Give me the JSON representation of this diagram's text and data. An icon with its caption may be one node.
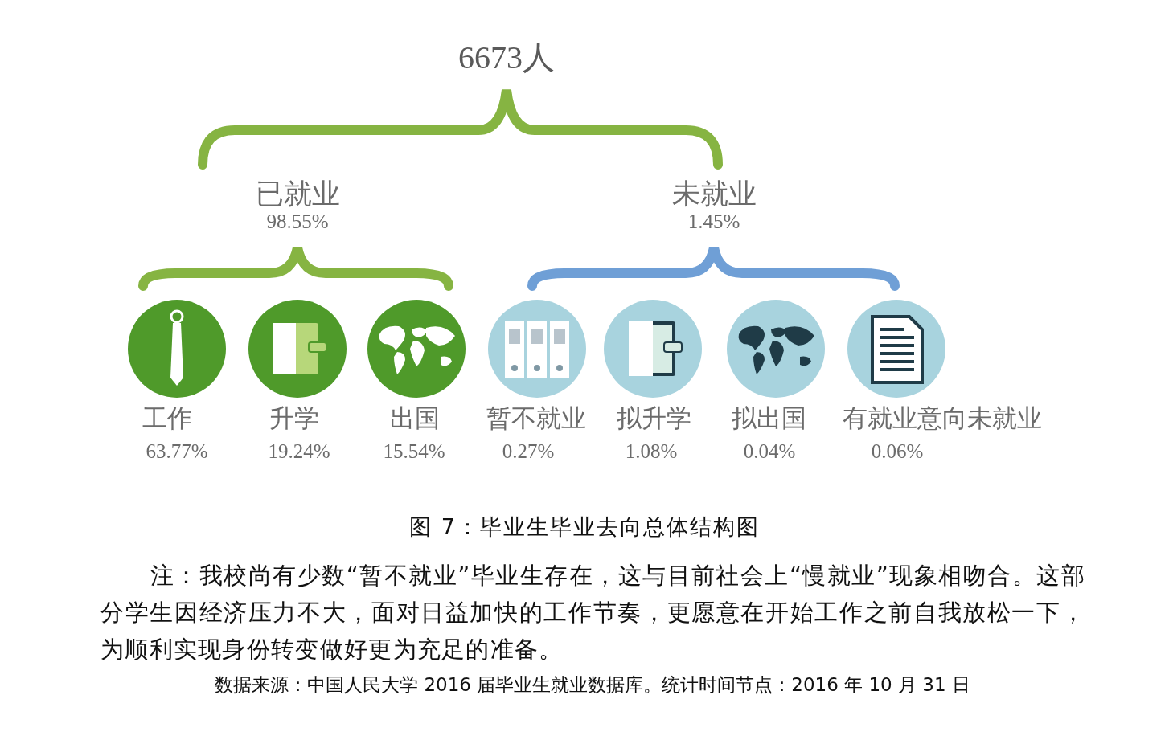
{
  "diagram": {
    "title": "6673人",
    "nodes": [
      {
        "text": [
          "工作",
          "63.77%"
        ]
      },
      {
        "text": [
          "升学",
          "19.24%"
        ]
      },
      {
        "text": [
          "出国",
          "15.54%"
        ]
      },
      {
        "text": [
          "暂不就业",
          "0.27%"
        ]
      },
      {
        "text": [
          "拟升学",
          "1.08%"
        ]
      },
      {
        "text": [
          "拟出国",
          "0.04%"
        ]
      },
      {
        "text": [
          "有就业意向未就业",
          "0.06%"
        ]
      }
    ],
    "labels": [
      "已就业",
      "98.55%",
      "未就业",
      "1.45%",
      "注：我校尚有少数“暂不就业”毕业生存在，这与目前社会上“慢就业”现象相吻合。这部分学生因经济压力不大，面对日益加快的工作节奏，更愿意在开始工作之前自我放松一下，为顺利实现身份转变做好更为充足的准备。",
      "数据来源：中国人民大学 2016 届毕业生就业数据库。统计时间节点：2016 年 10 月 31 日"
    ],
    "caption": "图 7：毕业生毕业去向总体结构图"
  }
}
